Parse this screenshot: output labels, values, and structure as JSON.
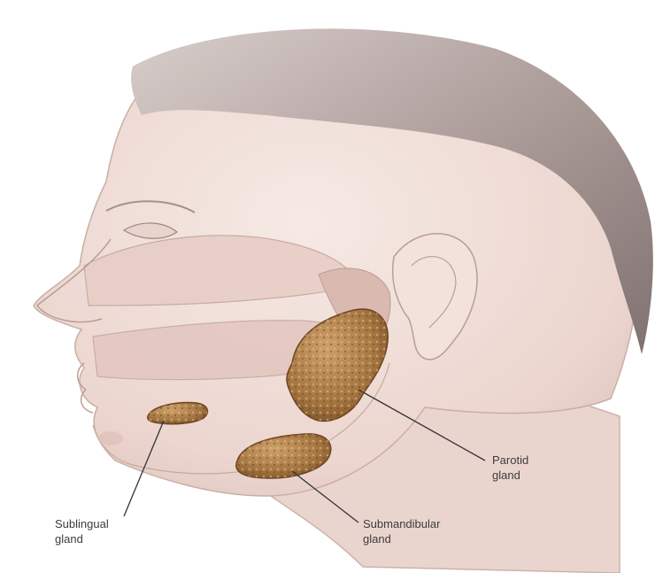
{
  "figure": {
    "labels": {
      "parotid": [
        "Parotid",
        "gland"
      ],
      "submandibular": [
        "Submandibular",
        "gland"
      ],
      "sublingual": [
        "Sublingual",
        "gland"
      ]
    },
    "colors": {
      "background": "#ffffff",
      "skin": "#efdcd6",
      "hair": "#b8a9a6",
      "gland": "#a4753f",
      "gland_dark": "#6e4521",
      "leader_line": "#333333"
    }
  }
}
